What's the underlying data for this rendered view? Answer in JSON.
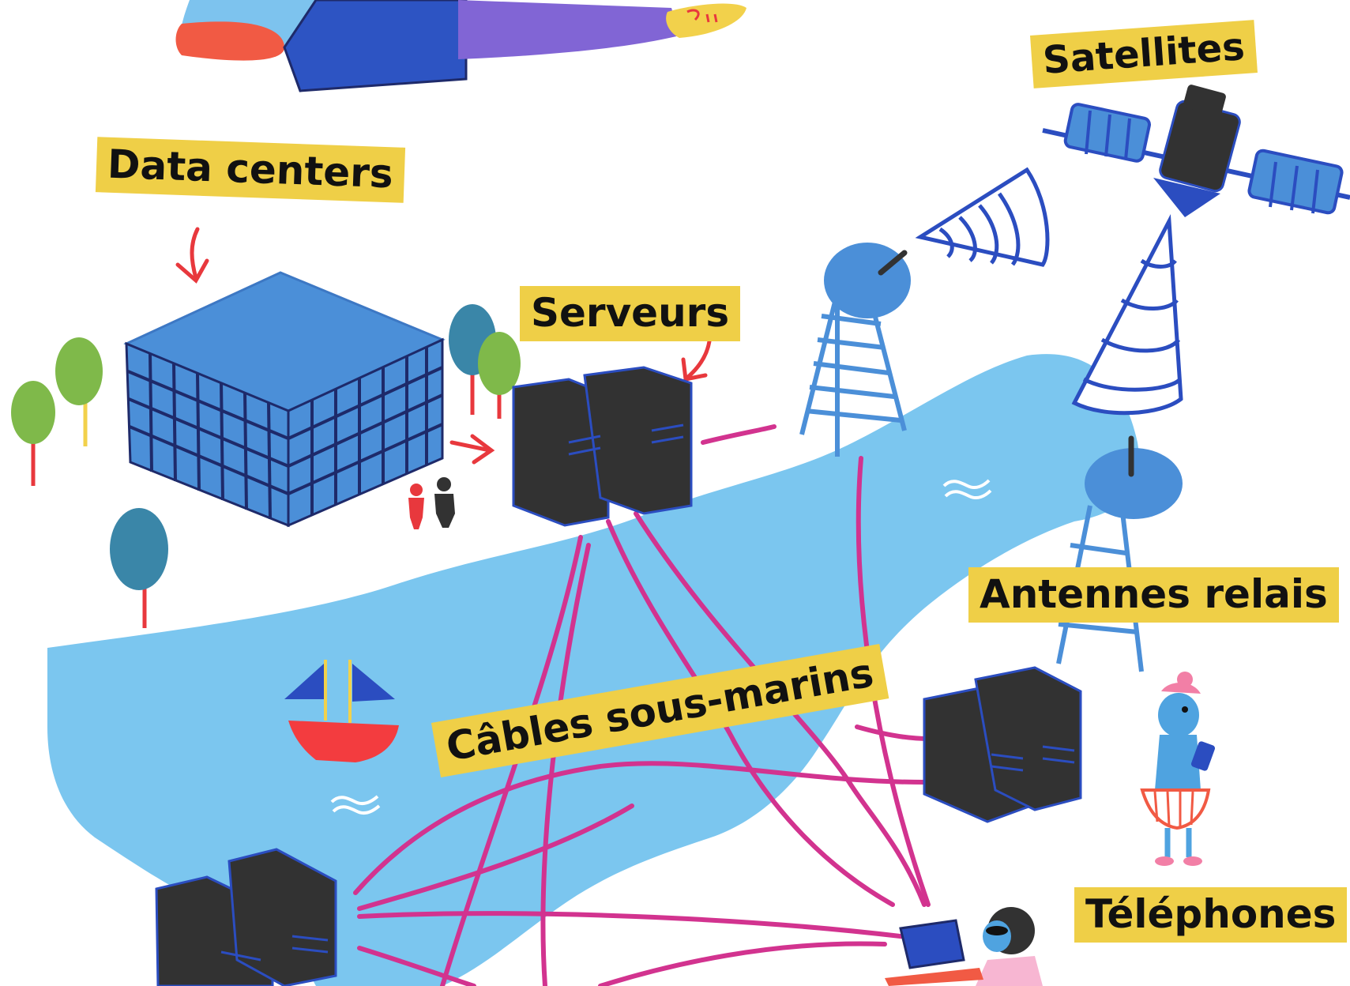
{
  "labels": {
    "data_centers": "Data centers",
    "serveurs": "Serveurs",
    "satellites": "Satellites",
    "antennes_relais": "Antennes relais",
    "cables_sous_marins": "Câbles sous-marins",
    "telephones": "Téléphones"
  },
  "colors": {
    "label_bg": "#efcf47",
    "water": "#7bc6ef",
    "cable": "#d2338f",
    "server": "#323232",
    "server_edge": "#2b4dc0",
    "building": "#4b8fd8",
    "arrow": "#e8383d"
  }
}
